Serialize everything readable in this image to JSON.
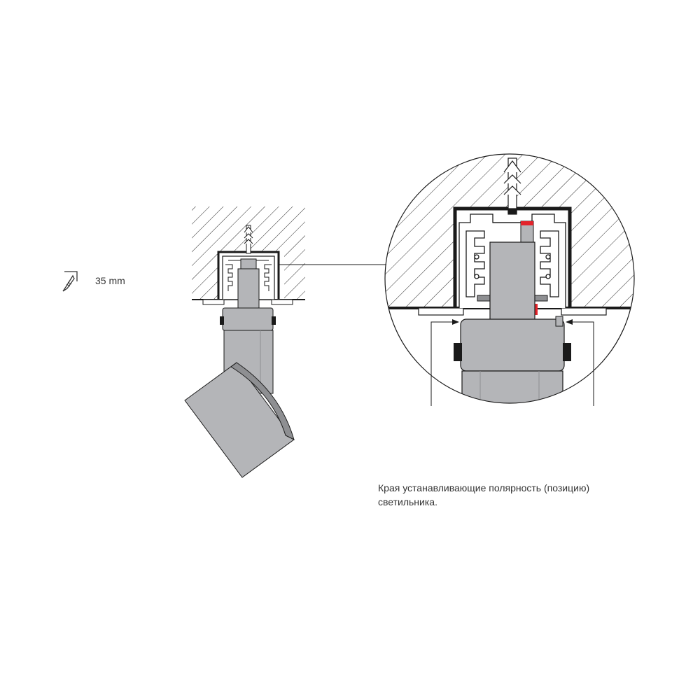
{
  "install": {
    "depth_label": "35 mm",
    "depth_icon": "screwdriver-icon"
  },
  "note": {
    "line1": "Края устанавливающие полярность (позицию)",
    "line2": "светильника."
  },
  "colors": {
    "housing": "#b4b5b8",
    "housing_dark": "#8e8f92",
    "line": "#1a1a1a",
    "polarity_mark": "#e3242b",
    "hatch": "#2a2a2a"
  }
}
